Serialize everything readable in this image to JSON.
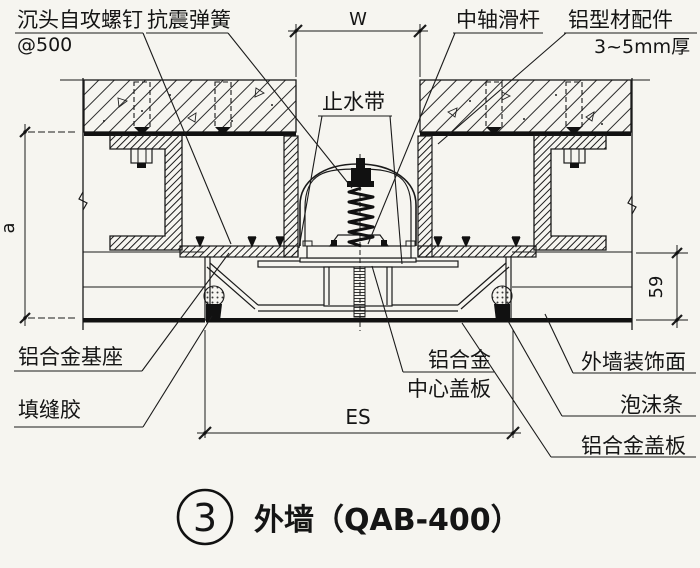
{
  "colors": {
    "paper": "#f6f5f0",
    "ink": "#1a1a1a"
  },
  "drawing": {
    "title": {
      "number": "3",
      "name": "外墙（QAB-400）"
    },
    "labels": {
      "screw": "沉头自攻螺钉",
      "screw_spacing": "@500",
      "spring": "抗震弹簧",
      "slide_rod": "中轴滑杆",
      "profile": "铝型材配件",
      "profile_thickness": "3~5mm厚",
      "waterstop": "止水带",
      "base": "铝合金基座",
      "sealant": "填缝胶",
      "center_cover_line1": "铝合金",
      "center_cover_line2": "中心盖板",
      "wall_finish": "外墙装饰面",
      "foam": "泡沫条",
      "side_cover": "铝合金盖板"
    },
    "dimensions": {
      "joint_top": "W",
      "cover_span": "ES",
      "wall_height": "a",
      "finish_height": "59"
    }
  }
}
